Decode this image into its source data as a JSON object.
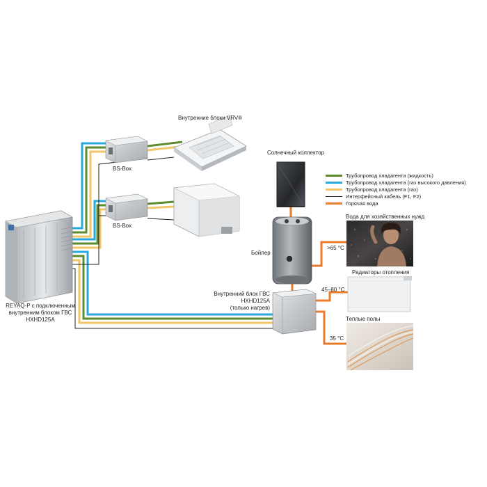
{
  "labels": {
    "indoor_vrv": "Внутренние блоки VRV®",
    "bs_box_1": "BS-Box",
    "bs_box_2": "BS-Box",
    "solar": "Солнечный коллектор",
    "boiler": "Бойлер",
    "outdoor_unit": [
      "REYAQ-P с подключенным",
      "внутренним блоком ГВС",
      "HXHD125A"
    ],
    "hw_unit": [
      "Внутренний блок ГВС",
      "HXHD125A",
      "(только нагрев)"
    ],
    "dhw": "Вода для хозяйственных нужд",
    "radiators": "Радиаторы отопления",
    "floor": "Теплые полы",
    "temp_65": ">65 °C",
    "temp_45_80": "45–80 °C",
    "temp_35": "35 °C"
  },
  "legend": [
    {
      "label": "Трубопровод хладагента (жидкость)",
      "color": "#5e8a2e",
      "thin": false
    },
    {
      "label": "Трубопровод хладагента (газ высокого давления)",
      "color": "#2aa7de",
      "thin": false
    },
    {
      "label": "Трубопровод хладагента (газ)",
      "color": "#f2c568",
      "thin": false
    },
    {
      "label": "Интерфейсный кабель (F1, F2)",
      "color": "#222222",
      "thin": true
    },
    {
      "label": "Горячая вода",
      "color": "#e97b2a",
      "thin": false
    }
  ],
  "colors": {
    "liquid": "#5e8a2e",
    "hp_gas": "#2aa7de",
    "gas": "#f2c568",
    "cable": "#222222",
    "hot_water": "#e97b2a"
  },
  "icons": {
    "brand_logo": "daikin-logo"
  }
}
